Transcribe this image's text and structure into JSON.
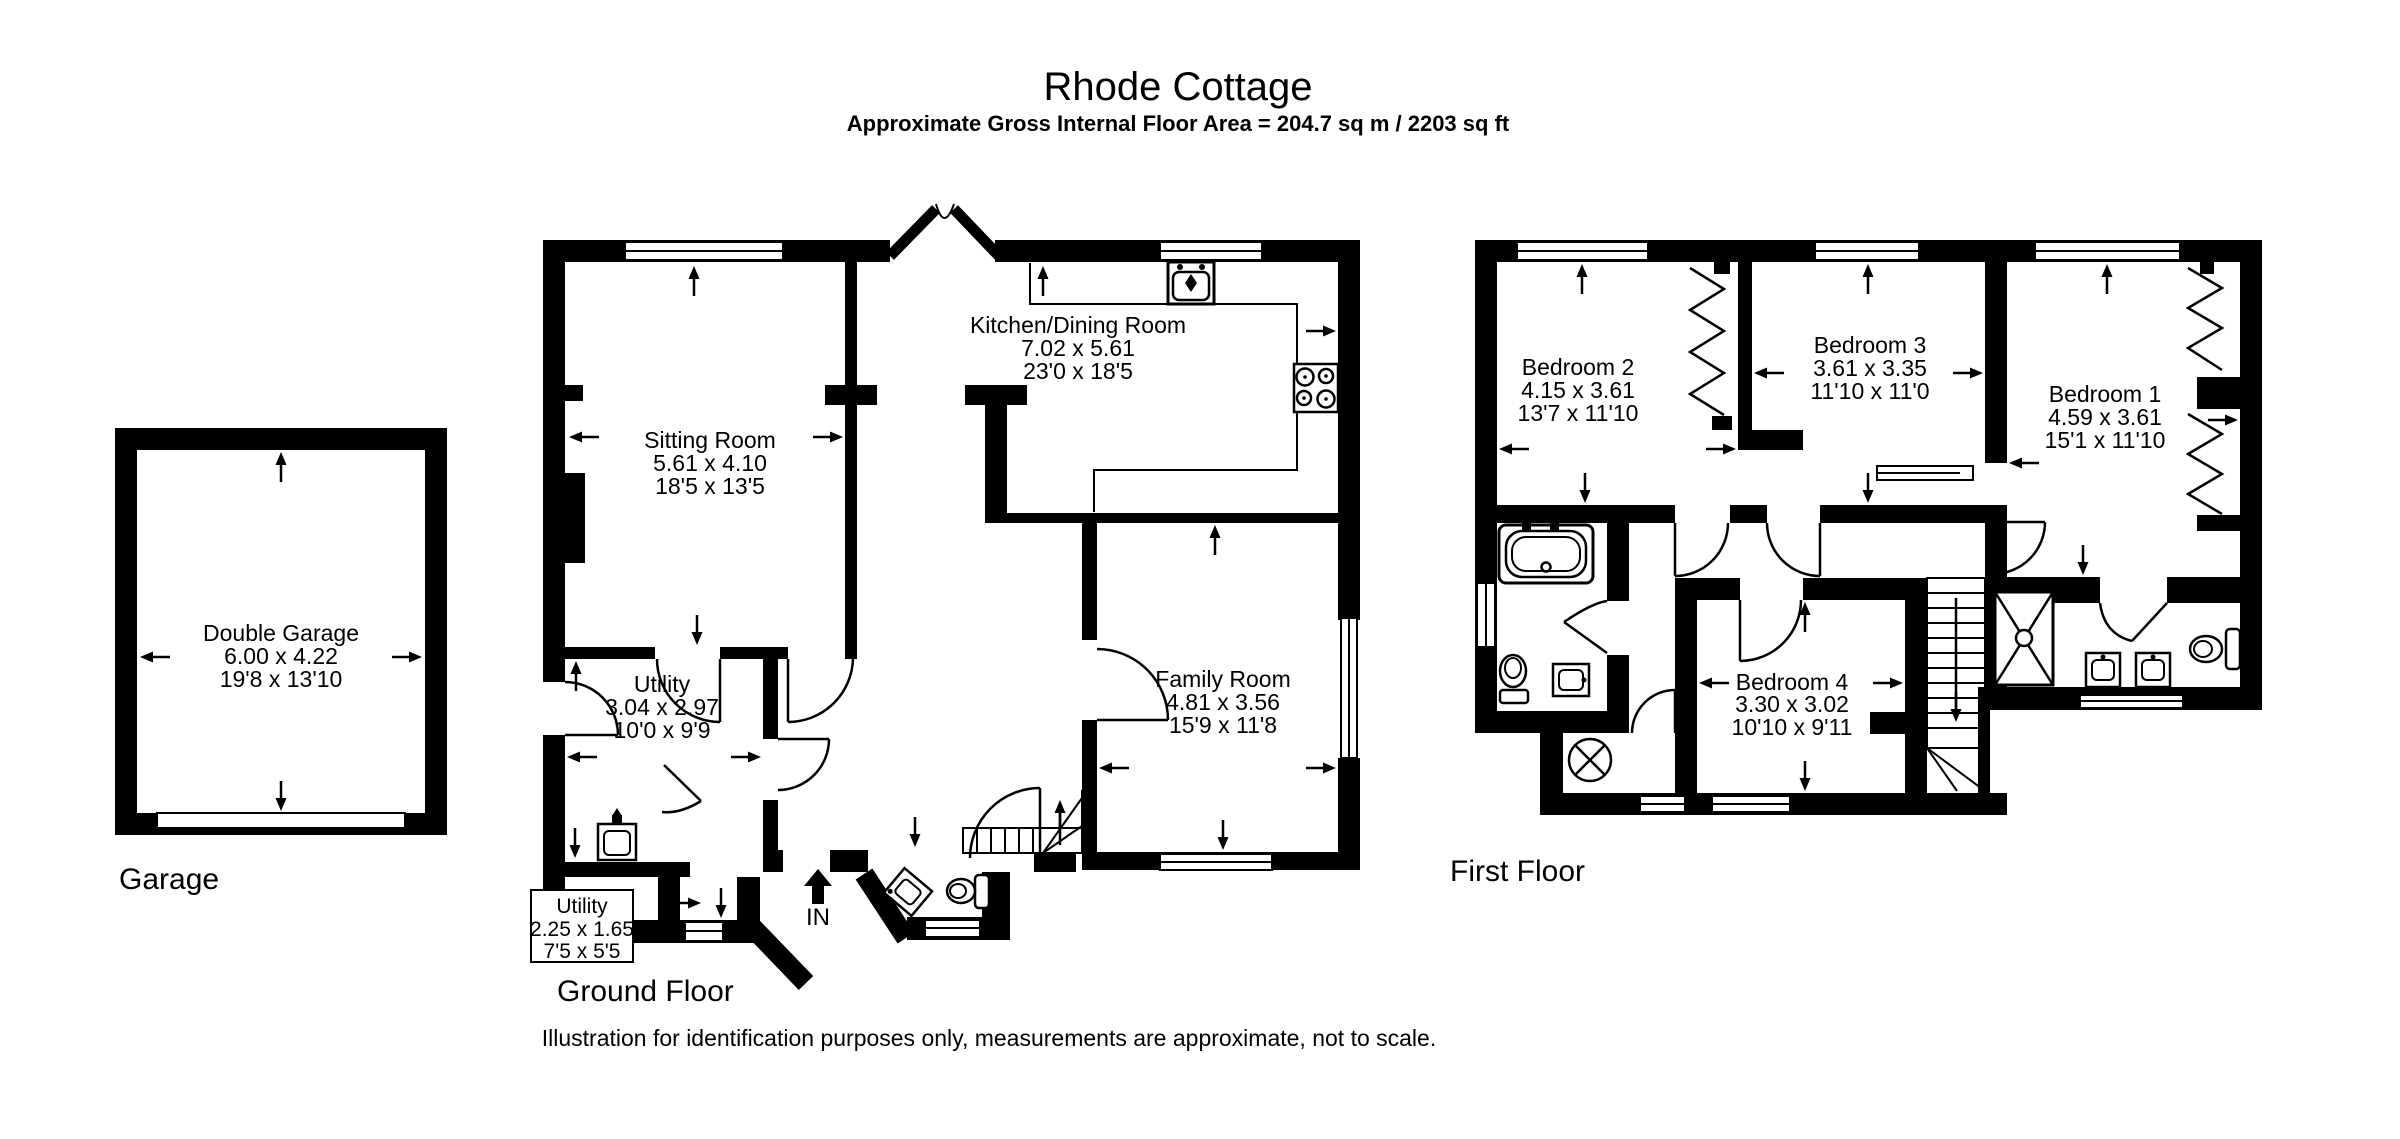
{
  "header": {
    "title": "Rhode Cottage",
    "subtitle": "Approximate Gross Internal Floor Area = 204.7 sq m / 2203 sq ft"
  },
  "plans": {
    "garage": {
      "label": "Garage"
    },
    "ground": {
      "label": "Ground Floor"
    },
    "first": {
      "label": "First Floor"
    }
  },
  "rooms": {
    "double_garage": {
      "name": "Double Garage",
      "metric": "6.00 x 4.22",
      "imperial": "19'8 x 13'10"
    },
    "sitting_room": {
      "name": "Sitting Room",
      "metric": "5.61 x 4.10",
      "imperial": "18'5 x 13'5"
    },
    "kitchen_dining": {
      "name": "Kitchen/Dining Room",
      "metric": "7.02 x 5.61",
      "imperial": "23'0 x 18'5"
    },
    "utility": {
      "name": "Utility",
      "metric": "3.04 x 2.97",
      "imperial": "10'0 x 9'9"
    },
    "utility_small": {
      "name": "Utility",
      "metric": "2.25 x 1.65",
      "imperial": "7'5 x 5'5"
    },
    "family_room": {
      "name": "Family Room",
      "metric": "4.81 x 3.56",
      "imperial": "15'9 x 11'8"
    },
    "bedroom1": {
      "name": "Bedroom 1",
      "metric": "4.59 x 3.61",
      "imperial": "15'1 x 11'10"
    },
    "bedroom2": {
      "name": "Bedroom 2",
      "metric": "4.15 x 3.61",
      "imperial": "13'7 x 11'10"
    },
    "bedroom3": {
      "name": "Bedroom 3",
      "metric": "3.61 x 3.35",
      "imperial": "11'10 x 11'0"
    },
    "bedroom4": {
      "name": "Bedroom 4",
      "metric": "3.30 x 3.02",
      "imperial": "10'10 x 9'11"
    }
  },
  "entrance": {
    "label": "IN"
  },
  "footer": {
    "disclaimer": "Illustration for identification purposes only, measurements are approximate, not to scale."
  },
  "colors": {
    "ink": "#000000",
    "paper": "#ffffff"
  }
}
